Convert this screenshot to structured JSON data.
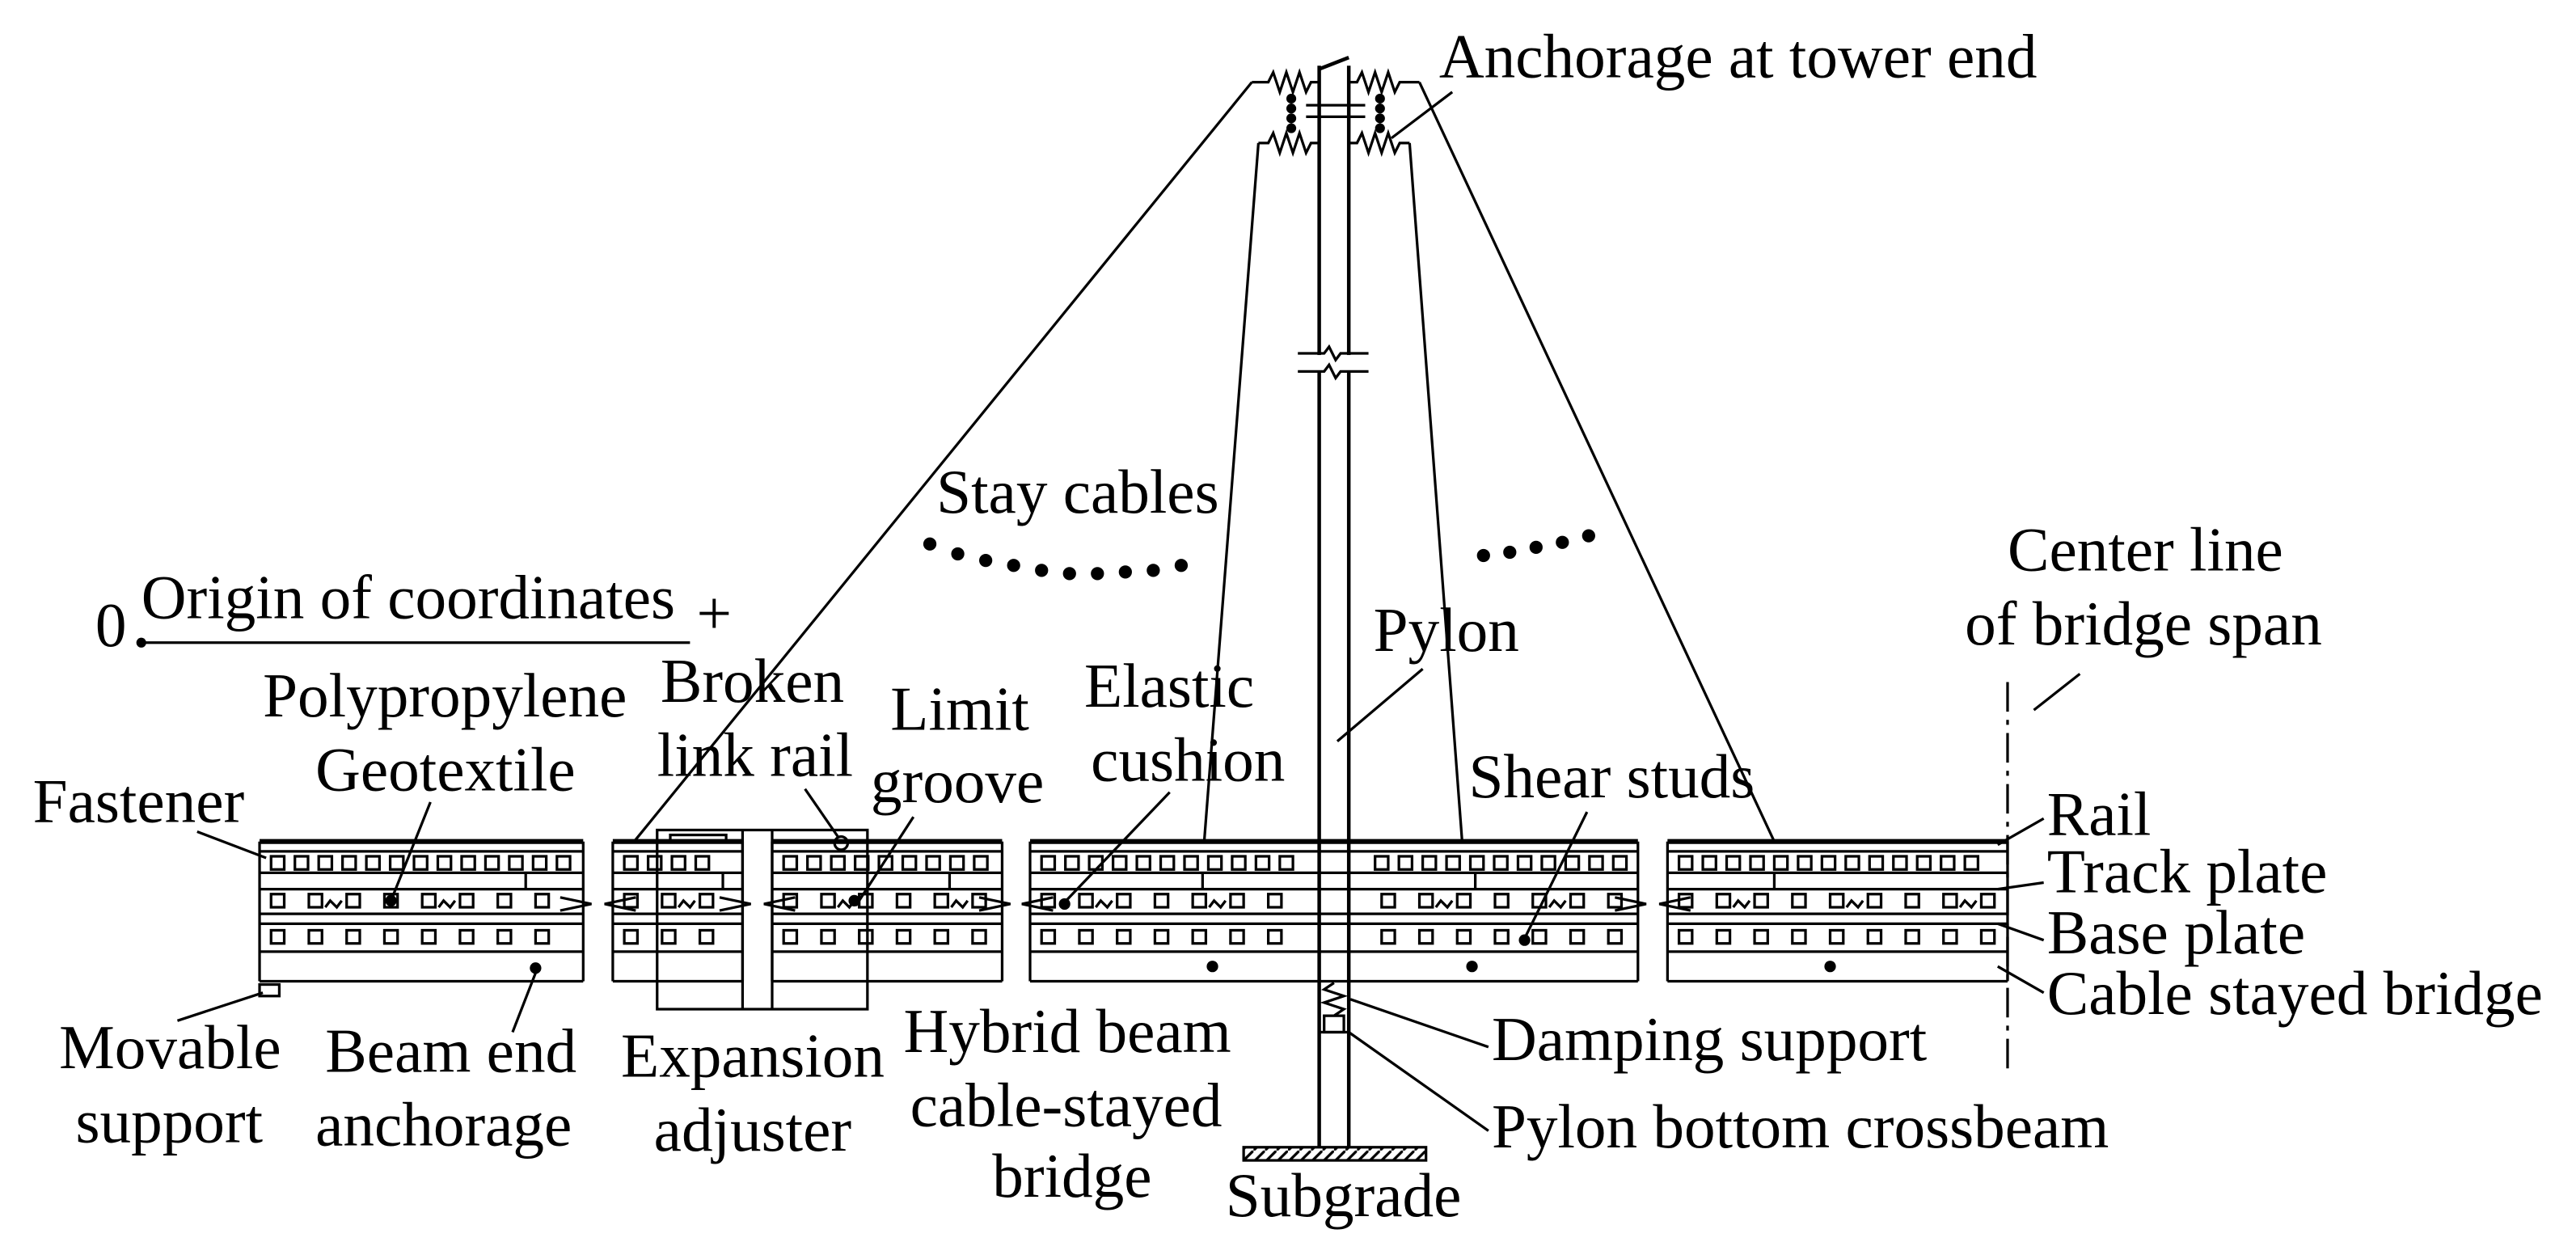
{
  "colors": {
    "line": "#000000",
    "background": "#ffffff"
  },
  "labels": {
    "anchorage_at_tower_end": "Anchorage at tower end",
    "stay_cables": "Stay cables",
    "origin_zero": "0",
    "origin_of_coordinates": "Origin of coordinates",
    "origin_plus": "+",
    "center_line": [
      "Center line",
      "of bridge span"
    ],
    "polypropylene_geotextile": [
      "Polypropylene",
      "Geotextile"
    ],
    "broken_link_rail": [
      "Broken",
      "link rail"
    ],
    "limit_groove": [
      "Limit",
      "groove"
    ],
    "elastic_cushion": [
      "Elastic",
      "cushion"
    ],
    "pylon": "Pylon",
    "shear_studs": "Shear studs",
    "fastener": "Fastener",
    "rail": "Rail",
    "track_plate": "Track plate",
    "base_plate": "Base plate",
    "cable_stayed_bridge": "Cable stayed bridge",
    "movable_support": [
      "Movable",
      "support"
    ],
    "beam_end_anchorage": [
      "Beam end",
      "anchorage"
    ],
    "expansion_adjuster": [
      "Expansion",
      "adjuster"
    ],
    "hybrid_beam_cable_stayed_bridge": [
      "Hybrid beam",
      "cable-stayed",
      "bridge"
    ],
    "damping_support": "Damping support",
    "pylon_bottom_crossbeam": "Pylon bottom crossbeam",
    "subgrade": "Subgrade"
  }
}
